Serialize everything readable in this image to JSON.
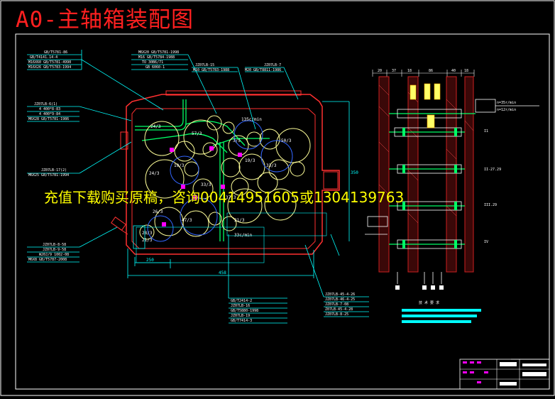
{
  "drawing": {
    "title": "A0-主轴箱装配图",
    "watermark": "充值下载购买原稿，咨询00414951605或1304139763"
  },
  "colors": {
    "background": "#000000",
    "frame": "#ffffff",
    "title": "#ff2020",
    "watermark": "#ffff00",
    "housing": "#ff3030",
    "gear": "#ffff99",
    "leader": "#00ffff",
    "shaft": "#00ff66",
    "bearing": "#ff00ff",
    "section_wall": "#cc2020"
  },
  "icons": [
    "gear-circle-symbol",
    "bearing-marker",
    "title-block"
  ]
}
